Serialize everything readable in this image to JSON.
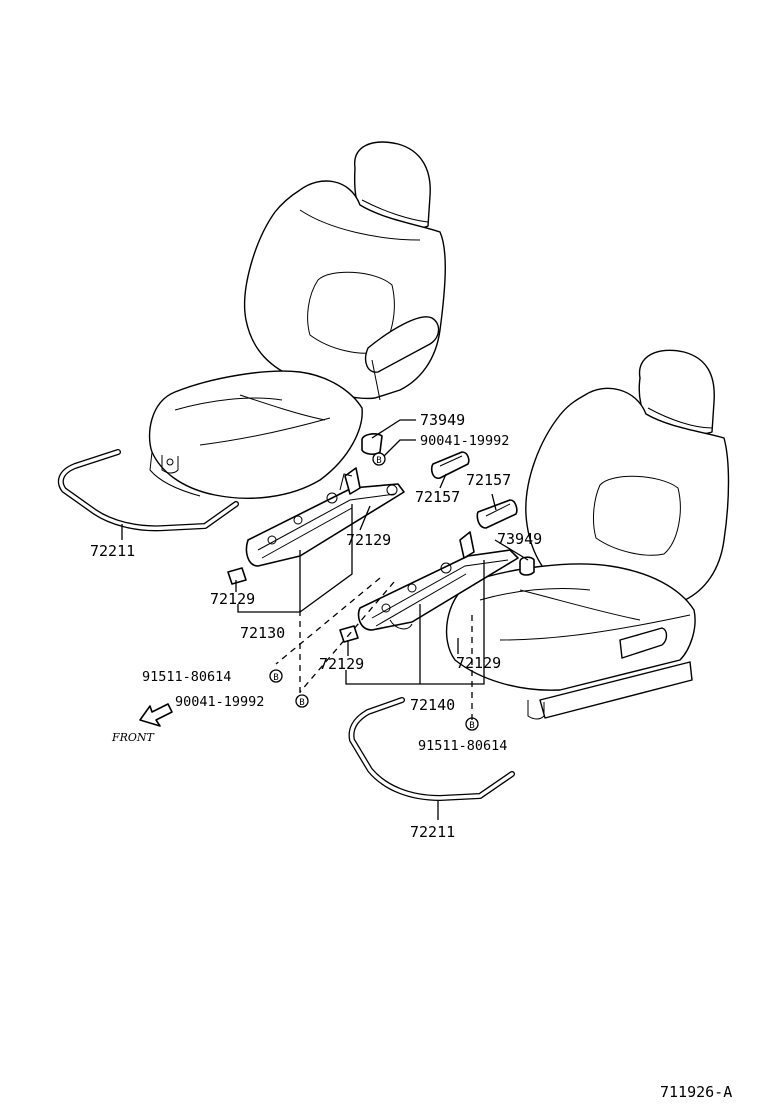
{
  "labels": {
    "p73949_top": "73949",
    "p90041_top": "90041-19992",
    "p72157_a": "72157",
    "p72157_b": "72157",
    "p73949_right": "73949",
    "p72211_left": "72211",
    "p72129_a": "72129",
    "p72129_b": "72129",
    "p72130": "72130",
    "p72129_c": "72129",
    "p72129_d": "72129",
    "p91511_left": "91511-80614",
    "p90041_left": "90041-19992",
    "p72140": "72140",
    "p91511_right": "91511-80614",
    "p72211_right": "72211",
    "front": "FRONT",
    "diagram_id": "711926-A"
  },
  "icons": {
    "bolt_symbol": "B",
    "front_arrow": "front-arrow-icon"
  }
}
